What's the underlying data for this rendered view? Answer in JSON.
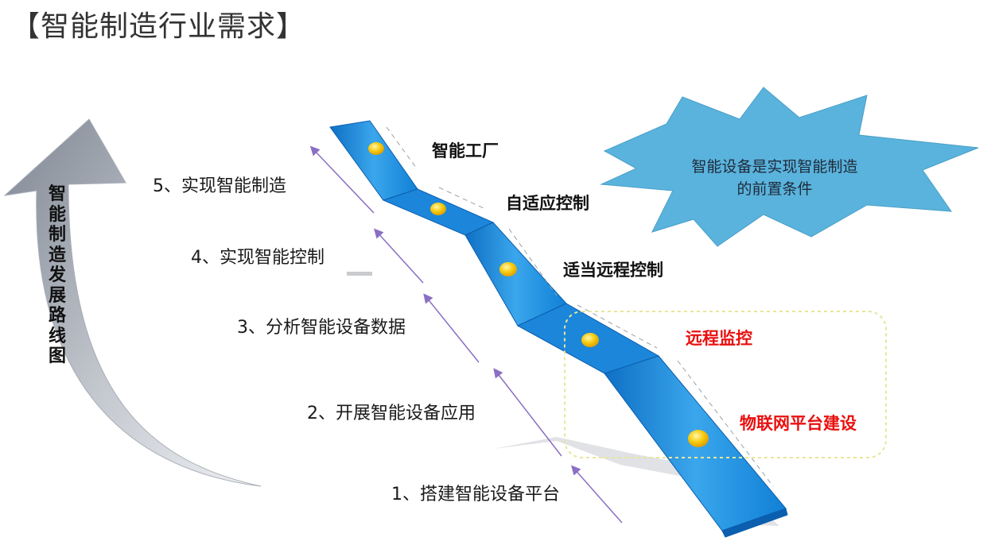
{
  "title": "【智能制造行业需求】",
  "side_label": "智能制造发展路线图",
  "steps": [
    "5、实现智能制造",
    "4、实现智能控制",
    "3、分析智能设备数据",
    "2、开展智能设备应用",
    "1、搭建智能设备平台"
  ],
  "stages": [
    {
      "label": "智能工厂",
      "color": "#111111"
    },
    {
      "label": "自适应控制",
      "color": "#111111"
    },
    {
      "label": "适当远程控制",
      "color": "#111111"
    },
    {
      "label": "远程监控",
      "color": "#e8100f"
    },
    {
      "label": "物联网平台建设",
      "color": "#e8100f"
    }
  ],
  "burst_text": "智能设备是实现智能制造的前置条件",
  "colors": {
    "ribbon_blue": "#1e8fe0",
    "burst_blue": "#5ab3dc",
    "arrow_gray": "#9ea4ae",
    "line_purple": "#8a6fc4",
    "dashed_box": "#e6e79a",
    "dot_gold": "#f5c200"
  }
}
